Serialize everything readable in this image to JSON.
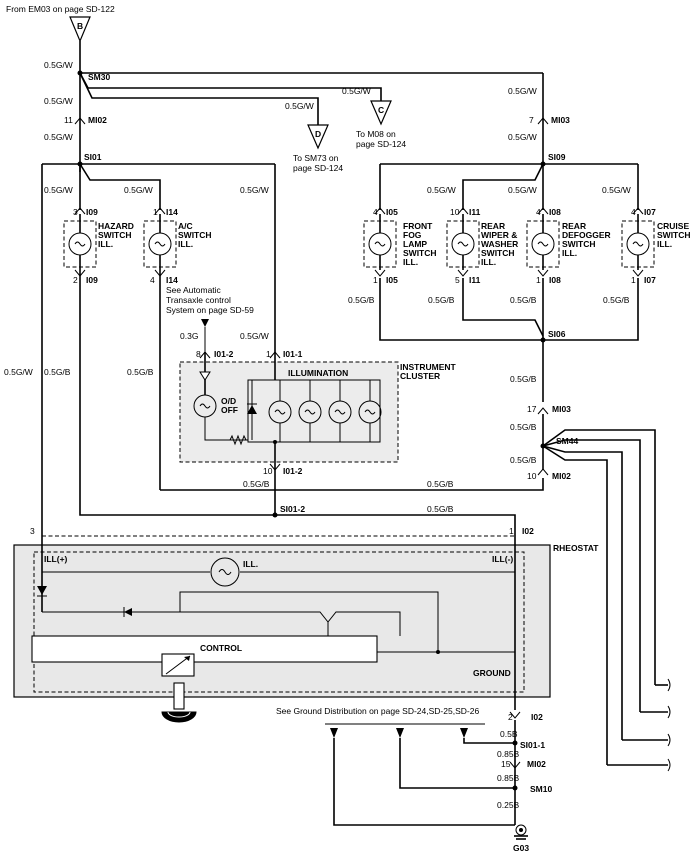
{
  "header": {
    "source_note": "From EM03 on page SD-122"
  },
  "connectors": {
    "B": {
      "letter": "B"
    },
    "C": {
      "letter": "C",
      "note_line1": "To M08 on",
      "note_line2": "page SD-124"
    },
    "D": {
      "letter": "D",
      "note_line1": "To SM73 on",
      "note_line2": "page SD-124"
    }
  },
  "splices": {
    "sm30": "SM30",
    "si01": "SI01",
    "si09": "SI09",
    "si06": "SI06",
    "sm44": "SM44",
    "si01_2": "SI01-2",
    "si01_1": "SI01-1",
    "sm10": "SM10"
  },
  "connector_ids": {
    "mi02_top": "MI02",
    "mi03_top": "MI03",
    "mi03_mid": "MI03",
    "mi02_mid": "MI02",
    "mi02_bottom": "MI02",
    "i09_top": "I09",
    "i09_bottom": "I09",
    "i14_top": "I14",
    "i14_bottom": "I14",
    "i05_top": "I05",
    "i05_bottom": "I05",
    "i11_top": "I11",
    "i11_bottom": "I11",
    "i08_top": "I08",
    "i08_bottom": "I08",
    "i07_top": "I07",
    "i07_bottom": "I07",
    "i01_1": "I01-1",
    "i01_2a": "I01-2",
    "i01_2b": "I01-2",
    "i02_right": "I02",
    "i02_bottom": "I02"
  },
  "pins": {
    "mi02_top": "11",
    "mi03_top": "7",
    "i09_top": "3",
    "i09_bottom": "2",
    "i14_top": "1",
    "i14_bottom": "4",
    "i05_top": "4",
    "i05_bottom": "1",
    "i11_top": "10",
    "i11_bottom": "5",
    "i08_top": "4",
    "i08_bottom": "1",
    "i07_top": "4",
    "i07_bottom": "1",
    "i01_2a": "8",
    "i01_1": "1",
    "i01_2b": "10",
    "mi03_mid": "17",
    "mi02_mid": "10",
    "rheo_left": "3",
    "rheo_right": "1",
    "i02_bottom": "2",
    "mi02_bottom": "15"
  },
  "wires": {
    "w1": "0.5G/W",
    "w2": "0.5G/W",
    "w3": "0.5G/W",
    "w4": "0.5G/W",
    "w5": "0.5G/W",
    "w6": "0.5G/W",
    "w7": "0.5G/W",
    "w8": "0.5G/W",
    "w9": "0.5G/W",
    "w10": "0.5G/W",
    "w11": "0.5G/W",
    "w12": "0.5G/W",
    "w13": "0.5G/W",
    "w14": "0.5G/W",
    "w15": "0.5G/W",
    "w16": "0.3G",
    "b1": "0.5G/B",
    "b2": "0.5G/B",
    "b3": "0.5G/B",
    "b4": "0.5G/B",
    "b5": "0.5G/B",
    "b6": "0.5G/B",
    "b7": "0.5G/B",
    "b8": "0.5G/B",
    "b9": "0.5G/B",
    "b10": "0.5G/B",
    "b11": "0.5G/B",
    "b12": "0.5G/B",
    "b13": "0.5G/B",
    "g1": "0.5B",
    "g2": "0.85B",
    "g3": "0.85B",
    "g4": "0.25B"
  },
  "switches": {
    "hazard": [
      "HAZARD",
      "SWITCH",
      "ILL."
    ],
    "ac": [
      "A/C",
      "SWITCH",
      "ILL."
    ],
    "front_fog": [
      "FRONT",
      "FOG",
      "LAMP",
      "SWITCH",
      "ILL."
    ],
    "rear_wiper": [
      "REAR",
      "WIPER &",
      "WASHER",
      "SWITCH",
      "ILL."
    ],
    "rear_defogger": [
      "REAR",
      "DEFOGGER",
      "SWITCH",
      "ILL."
    ],
    "cruise": [
      "CRUISE",
      "SWITCH",
      "ILL."
    ]
  },
  "notes": {
    "automatic_transaxle": [
      "See Automatic",
      "Transaxle control",
      "System on page SD-59"
    ],
    "ground_distribution": "See Ground Distribution on page SD-24,SD-25,SD-26"
  },
  "cluster": {
    "title_line1": "INSTRUMENT",
    "title_line2": "CLUSTER",
    "illumination": "ILLUMINATION",
    "od_line1": "O/D",
    "od_line2": "OFF"
  },
  "rheostat": {
    "title": "RHEOSTAT",
    "ill_plus": "ILL(+)",
    "ill_minus": "ILL(-)",
    "ill_lamp": "ILL.",
    "control": "CONTROL",
    "ground": "GROUND"
  },
  "ground": {
    "id": "G03"
  },
  "colors": {
    "ink": "#000000",
    "background": "#ffffff",
    "shade": "#d8d8d8"
  }
}
